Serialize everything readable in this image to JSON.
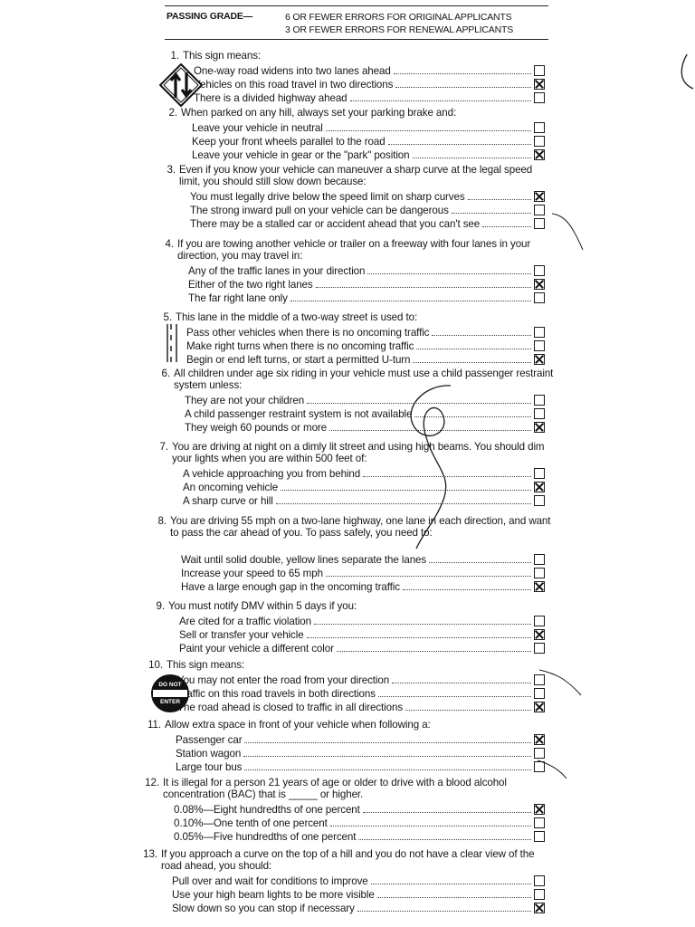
{
  "header": {
    "passing_label": "PASSING GRADE—",
    "rule_original": "6 OR FEWER ERRORS FOR ORIGINAL APPLICANTS",
    "rule_renewal": "3 OR FEWER ERRORS FOR RENEWAL APPLICANTS"
  },
  "questions": [
    {
      "number": "1.",
      "text": "This sign means:",
      "options": [
        {
          "label": "One-way road widens into two lanes ahead",
          "checked": false
        },
        {
          "label": "Vehicles on this road travel in two directions",
          "checked": true
        },
        {
          "label": "There is a divided highway ahead",
          "checked": false
        }
      ]
    },
    {
      "number": "2.",
      "text": "When parked on any hill, always set your parking brake and:",
      "options": [
        {
          "label": "Leave your vehicle in neutral",
          "checked": false
        },
        {
          "label": "Keep your front wheels parallel to the road",
          "checked": false
        },
        {
          "label": "Leave your vehicle in gear or the \"park\" position",
          "checked": true
        }
      ]
    },
    {
      "number": "3.",
      "text": "Even if you know your vehicle can maneuver a sharp curve at the legal speed limit, you should still slow down because:",
      "options": [
        {
          "label": "You must legally drive below the speed limit on sharp curves",
          "checked": true
        },
        {
          "label": "The strong inward pull on your vehicle can be dangerous",
          "checked": false
        },
        {
          "label": "There may be a stalled car or accident ahead that you can't see",
          "checked": false
        }
      ]
    },
    {
      "number": "4.",
      "text": "If you are towing another vehicle or trailer on a freeway with four lanes in your direction, you may travel in:",
      "options": [
        {
          "label": "Any of the traffic lanes in your direction",
          "checked": false
        },
        {
          "label": "Either of the two right lanes",
          "checked": true
        },
        {
          "label": "The far right lane only",
          "checked": false
        }
      ]
    },
    {
      "number": "5.",
      "text": "This lane in the middle of a two-way street is used to:",
      "options": [
        {
          "label": "Pass other vehicles when there is no oncoming traffic",
          "checked": false
        },
        {
          "label": "Make right turns when there is no oncoming traffic",
          "checked": false
        },
        {
          "label": "Begin or end left turns, or start a permitted U-turn",
          "checked": true
        }
      ]
    },
    {
      "number": "6.",
      "text": "All children under age six riding in your vehicle must use a child passenger restraint system unless:",
      "options": [
        {
          "label": "They are not your children",
          "checked": false
        },
        {
          "label": "A child passenger restraint system is not available",
          "checked": false
        },
        {
          "label": "They weigh 60 pounds or more",
          "checked": true
        }
      ]
    },
    {
      "number": "7.",
      "text": "You are driving at night on a dimly lit street and using high beams. You should dim your lights when you are within 500 feet of:",
      "options": [
        {
          "label": "A vehicle approaching you from behind",
          "checked": false
        },
        {
          "label": "An oncoming vehicle",
          "checked": true
        },
        {
          "label": "A sharp curve or hill",
          "checked": false
        }
      ]
    },
    {
      "number": "8.",
      "text": "You are driving 55 mph on a two-lane highway, one lane in each direction, and want to pass the car ahead of you. To pass safely, you need to:",
      "options": [
        {
          "label": "Wait until solid double, yellow lines separate the lanes",
          "checked": false
        },
        {
          "label": "Increase your speed to 65 mph",
          "checked": false
        },
        {
          "label": "Have a large enough gap in the oncoming traffic",
          "checked": true
        }
      ]
    },
    {
      "number": "9.",
      "text": "You must notify DMV within 5 days if you:",
      "options": [
        {
          "label": "Are cited for a traffic violation",
          "checked": false
        },
        {
          "label": "Sell or transfer your vehicle",
          "checked": true
        },
        {
          "label": "Paint your vehicle a different color",
          "checked": false
        }
      ]
    },
    {
      "number": "10.",
      "text": "This sign means:",
      "options": [
        {
          "label": "You may not enter the road from your direction",
          "checked": false
        },
        {
          "label": "Traffic on this road travels in both directions",
          "checked": false
        },
        {
          "label": "The road ahead is closed to traffic in all directions",
          "checked": true
        }
      ]
    },
    {
      "number": "11.",
      "text": "Allow extra space in front of your vehicle when following a:",
      "options": [
        {
          "label": "Passenger car",
          "checked": true
        },
        {
          "label": "Station wagon",
          "checked": false
        },
        {
          "label": "Large tour bus",
          "checked": false
        }
      ]
    },
    {
      "number": "12.",
      "text": "It is illegal for a person 21 years of age or older to drive with a blood alcohol concentration (BAC) that is _____ or higher.",
      "options": [
        {
          "label": "0.08%—Eight hundredths of one percent",
          "checked": true
        },
        {
          "label": "0.10%—One tenth of one percent",
          "checked": false
        },
        {
          "label": "0.05%—Five hundredths of one percent",
          "checked": false
        }
      ]
    },
    {
      "number": "13.",
      "text": "If you approach a curve on the top of a hill and you do not have a clear view of the road ahead, you should:",
      "options": [
        {
          "label": "Pull over and wait for conditions to improve",
          "checked": false
        },
        {
          "label": "Use your high beam lights to be more visible",
          "checked": false
        },
        {
          "label": "Slow down so you can stop if necessary",
          "checked": true
        }
      ]
    }
  ],
  "signs": {
    "two_way_icon": "two-way-traffic-sign",
    "do_not_enter_icon": "do-not-enter-sign",
    "do_not_enter_top": "DO NOT",
    "do_not_enter_bottom": "ENTER",
    "center_lane_icon": "two-way-left-turn-lane-markings"
  }
}
